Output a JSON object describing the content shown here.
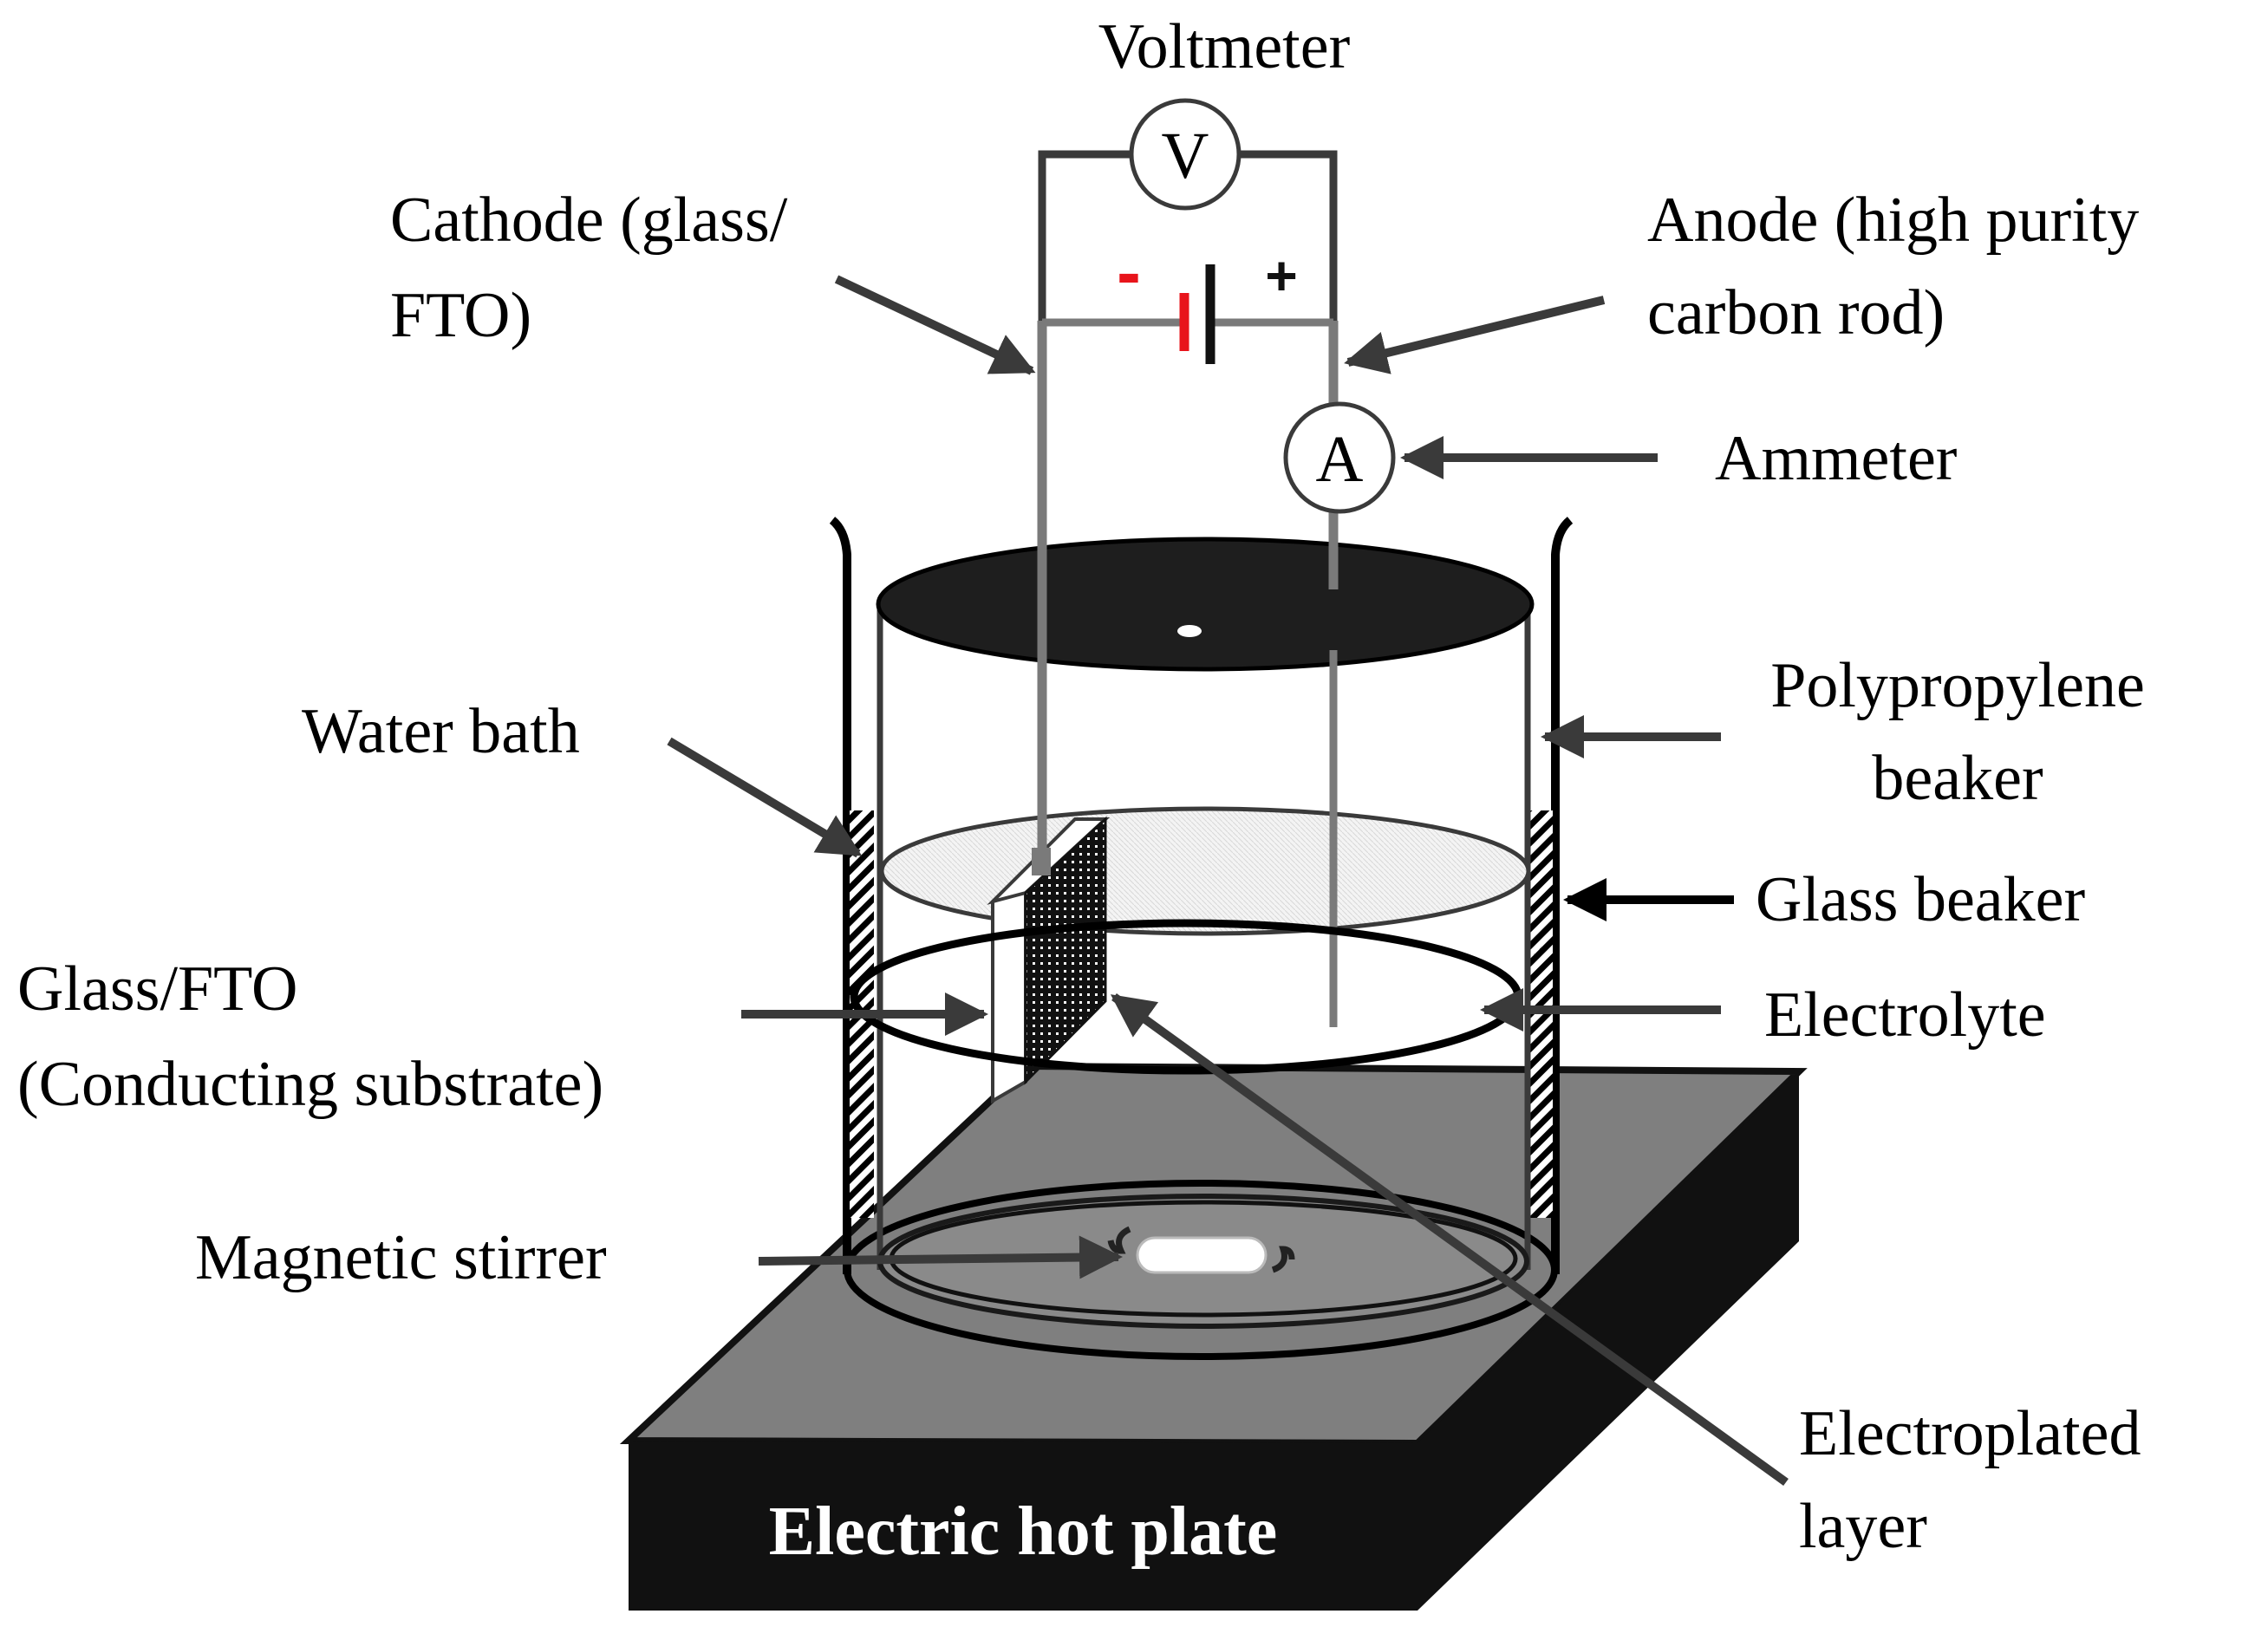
{
  "labels": {
    "voltmeter": "Voltmeter",
    "voltmeter_symbol": "V",
    "ammeter_symbol": "A",
    "cathode_line1": "Cathode (glass/",
    "cathode_line2": "FTO)",
    "anode_line1": "Anode (high purity",
    "anode_line2": "carbon rod)",
    "ammeter": "Ammeter",
    "polypropylene_line1": "Polypropylene",
    "polypropylene_line2": "beaker",
    "water_bath": "Water bath",
    "glass_beaker": "Glass beaker",
    "glass_fto_line1": "Glass/FTO",
    "glass_fto_line2": "(Conducting substrate)",
    "electrolyte": "Electrolyte",
    "magnetic_stirrer": "Magnetic stirrer",
    "electroplated_line1": "Electroplated",
    "electroplated_line2": "layer",
    "hot_plate": "Electric hot plate",
    "minus": "-",
    "plus": "+"
  },
  "colors": {
    "minus_sign": "#e8141b",
    "battery_negative": "#e8141b",
    "wire": "#7a7a7a",
    "circuit": "#3a3a3a",
    "hot_plate_top": "#7f7f7f",
    "hot_plate_body": "#111111",
    "lid": "#1e1e1e"
  }
}
